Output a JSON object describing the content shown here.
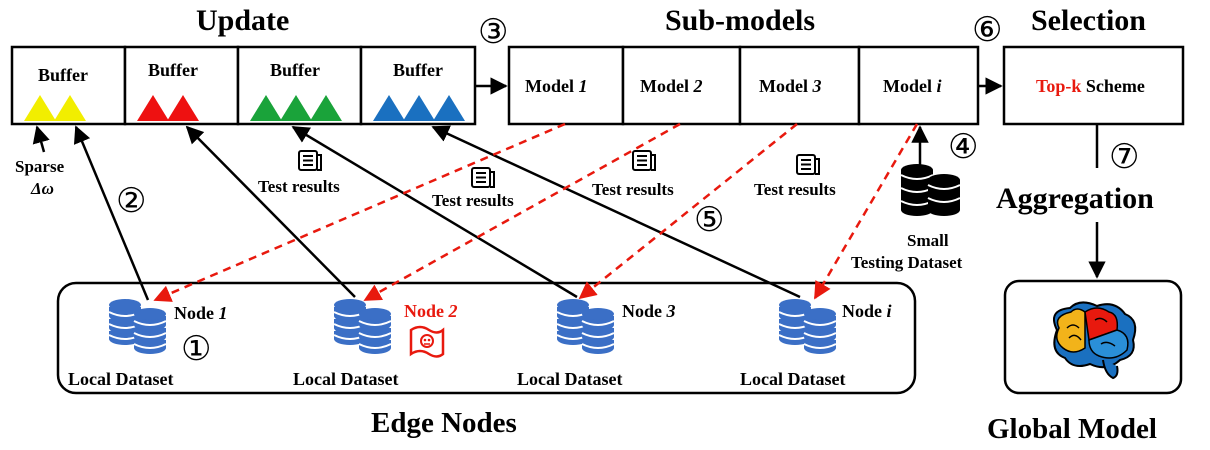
{
  "headings": {
    "update": "Update",
    "submodels": "Sub-models",
    "selection": "Selection",
    "aggregation": "Aggregation",
    "edge_nodes": "Edge Nodes",
    "global_model": "Global Model"
  },
  "buffers": [
    {
      "label": "Buffer",
      "triangles": [
        "#f2ee00",
        "#f2ee00"
      ]
    },
    {
      "label": "Buffer",
      "triangles": [
        "#ee1111",
        "#ee1111"
      ]
    },
    {
      "label": "Buffer",
      "triangles": [
        "#1aa33a",
        "#1aa33a",
        "#1aa33a"
      ]
    },
    {
      "label": "Buffer",
      "triangles": [
        "#1a70c0",
        "#1a70c0",
        "#1a70c0"
      ]
    }
  ],
  "models": [
    {
      "prefix": "Model ",
      "index": "1"
    },
    {
      "prefix": "Model ",
      "index": "2"
    },
    {
      "prefix": "Model ",
      "index": "3"
    },
    {
      "prefix": "Model ",
      "index": "i"
    }
  ],
  "selection_box": {
    "highlight": "Top-k",
    "rest": " Scheme"
  },
  "steps": [
    "①",
    "②",
    "③",
    "④",
    "⑤",
    "⑥",
    "⑦"
  ],
  "sparse_label": {
    "line1": "Sparse",
    "line2": "Δω"
  },
  "test_results": [
    "Test results",
    "Test results",
    "Test results",
    "Test results"
  ],
  "small_dataset": {
    "line1": "Small",
    "line2": "Testing Dataset"
  },
  "nodes": [
    {
      "prefix": "Node ",
      "index": "1",
      "dataset": "Local Dataset",
      "malicious": false
    },
    {
      "prefix": "Node ",
      "index": "2",
      "dataset": "Local Dataset",
      "malicious": true
    },
    {
      "prefix": "Node ",
      "index": "3",
      "dataset": "Local Dataset",
      "malicious": false
    },
    {
      "prefix": "Node ",
      "index": "i",
      "dataset": "Local Dataset",
      "malicious": false
    }
  ],
  "colors": {
    "accent_red": "#e8190e",
    "dashed_arrow": "#e8190e",
    "database_blue": "#3b6fc6",
    "line": "#000000"
  },
  "icons": [
    "database-icon",
    "document-icon",
    "skull-flag-icon",
    "brain-icon"
  ]
}
